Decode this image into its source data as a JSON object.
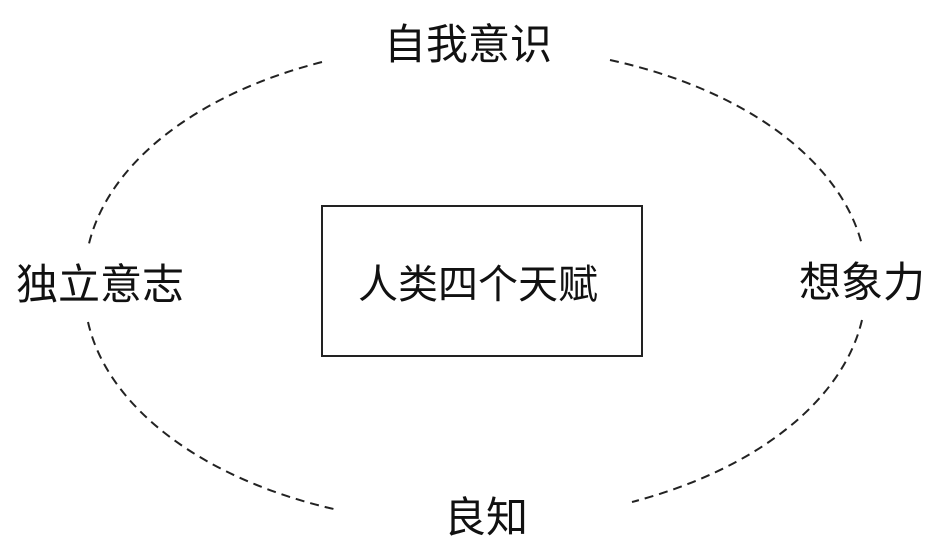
{
  "diagram": {
    "center": "人类四个天赋",
    "top": "自我意识",
    "left": "独立意志",
    "right": "想象力",
    "bottom": "良知"
  },
  "colors": {
    "stroke": "#222222",
    "text": "#111111",
    "background": "#ffffff"
  }
}
